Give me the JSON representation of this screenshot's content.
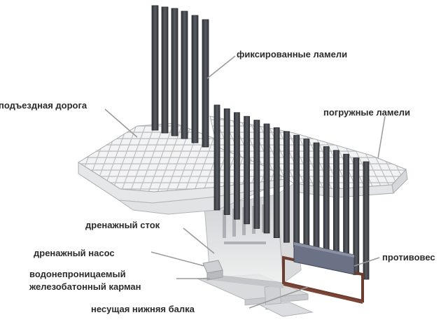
{
  "labels": {
    "fixed_lamellae": "фиксированные ламели",
    "access_road": "подъездная дорога",
    "submersible_lamellae": "погружные ламели",
    "drain_outlet": "дренажный сток",
    "drain_pump": "дренажный насос",
    "counterweight": "противовес",
    "pocket_line1": "водонепроницаемый",
    "pocket_line2": "железобатонный карман",
    "lower_beam": "несущая нижняя балка"
  },
  "colors": {
    "lamella": "#4a4d52",
    "lamella_edge": "#2a2c30",
    "deck_tile": "#f3f3f3",
    "deck_grout": "#b9bcc0",
    "concrete": "#e4e5e7",
    "glass": "#dcdde0",
    "counterweight": "#6b7286",
    "rust_base": "#6b3d30",
    "leader": "#9a9a9a"
  }
}
